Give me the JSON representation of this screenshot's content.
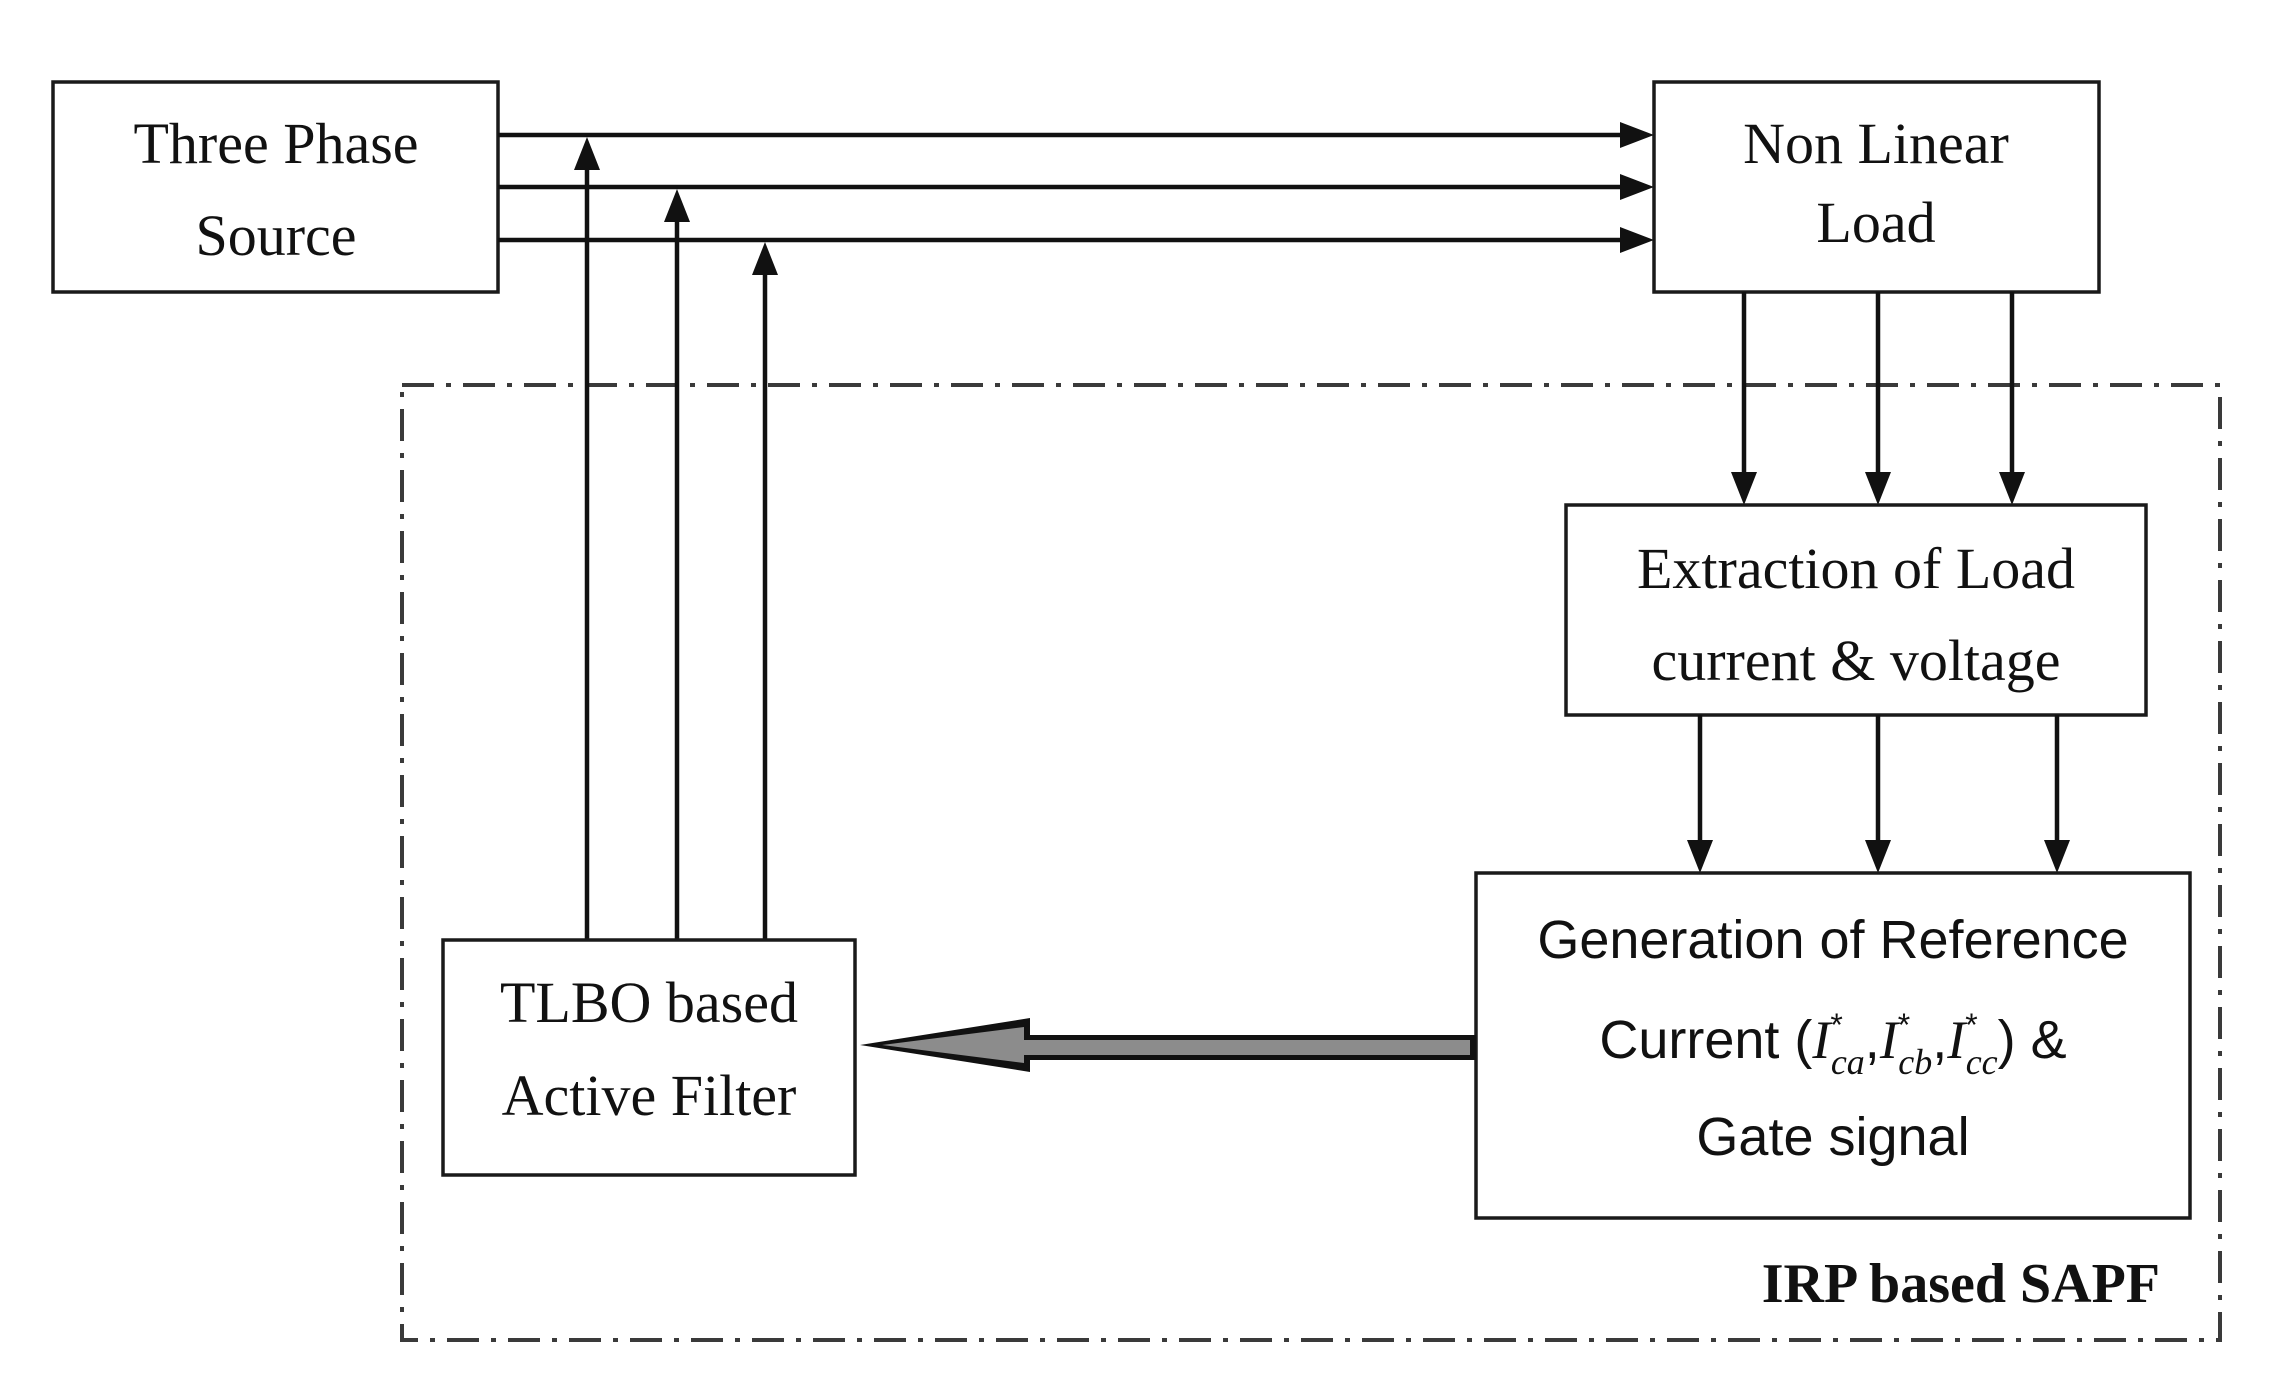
{
  "blocks": {
    "source": {
      "line1": "Three Phase",
      "line2": "Source"
    },
    "load": {
      "line1": "Non Linear",
      "line2": "Load"
    },
    "extraction": {
      "line1": "Extraction of Load",
      "line2": "current & voltage"
    },
    "generation": {
      "line1": "Generation of Reference",
      "line2_prefix": "Current (",
      "current_symbol": "I",
      "star": "*",
      "sub_a": "ca",
      "sub_b": "cb",
      "sub_c": "cc",
      "comma": ",",
      "line2_suffix": ") &",
      "line3": "Gate signal"
    },
    "filter": {
      "line1": "TLBO based",
      "line2": "Active Filter"
    }
  },
  "group_label": "IRP based SAPF",
  "colors": {
    "line": "#111111",
    "box_border": "#1a1a1a",
    "big_arrow_fill": "#8c8c8c",
    "dash_border": "#3a3a3a"
  }
}
